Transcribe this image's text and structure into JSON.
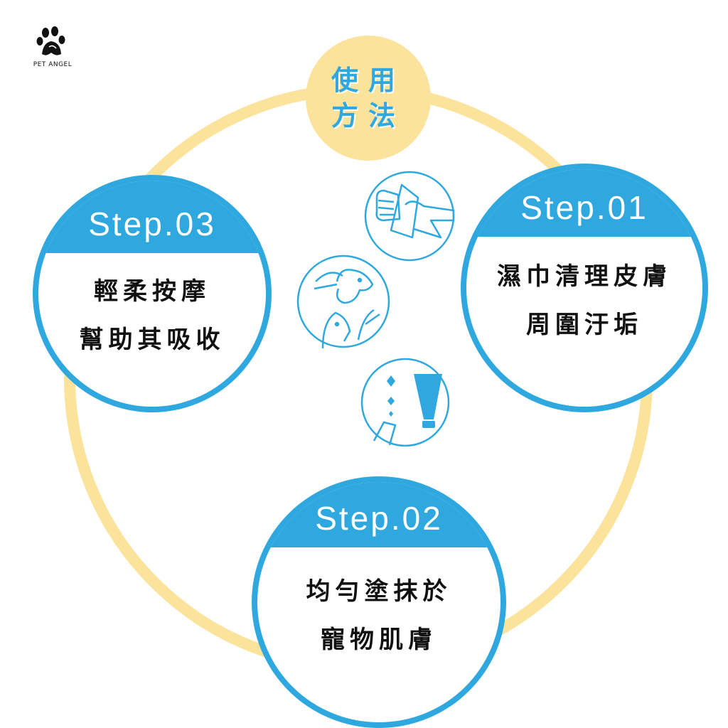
{
  "logo": {
    "text": "PET ANGEL"
  },
  "title": {
    "line1": "使用",
    "line2": "方法"
  },
  "steps": [
    {
      "label": "Step.01",
      "line1": "濕巾清理皮膚",
      "line2": "周圍汙垢"
    },
    {
      "label": "Step.02",
      "line1": "均勻塗抹於",
      "line2": "寵物肌膚"
    },
    {
      "label": "Step.03",
      "line1": "輕柔按摩",
      "line2": "幫助其吸收"
    }
  ],
  "colors": {
    "blue": "#2ea8de",
    "yellow": "#fbe39b"
  }
}
